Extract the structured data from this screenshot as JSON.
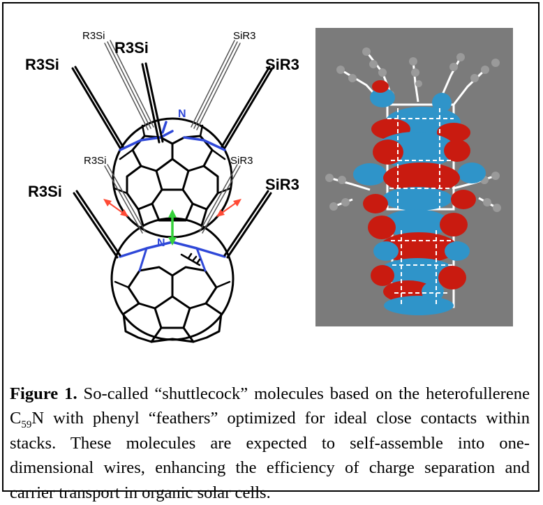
{
  "figure": {
    "left_panel": {
      "labels": {
        "top_left_back": "R3Si",
        "top_left_front": "R3Si",
        "top_right_back": "SiR3",
        "top_right_front": "SiR3",
        "top_center": "R3Si",
        "mid_left_back": "R3Si",
        "mid_right_back": "SiR3",
        "bottom_left": "R3Si",
        "bottom_right": "SiR3",
        "nitrogen_top": "N",
        "nitrogen_bottom": "N"
      },
      "colors": {
        "bond": "#000000",
        "heteroatom": "#2f48d8",
        "contact_arrow_green": "#35d13a",
        "contact_arrow_red": "#ff4a35"
      }
    },
    "right_panel": {
      "description": "",
      "colors": {
        "background": "#7b7b7b",
        "orbital_red": "#c91b10",
        "orbital_blue": "#2f94c9",
        "atom_gray": "#9a9a9a",
        "bond_white": "#ffffff"
      }
    },
    "caption": {
      "label": "Figure 1.",
      "before_sub": " So-called “shuttlecock” molecules based on the heterofullerene C",
      "sub": "59",
      "after_sub": "N with phenyl “feathers” optimized for ideal close contacts within stacks. These molecules are expected to self-assemble into one-dimensional wires, enhancing the efficiency of charge separation and carrier transport in organic solar cells."
    }
  }
}
